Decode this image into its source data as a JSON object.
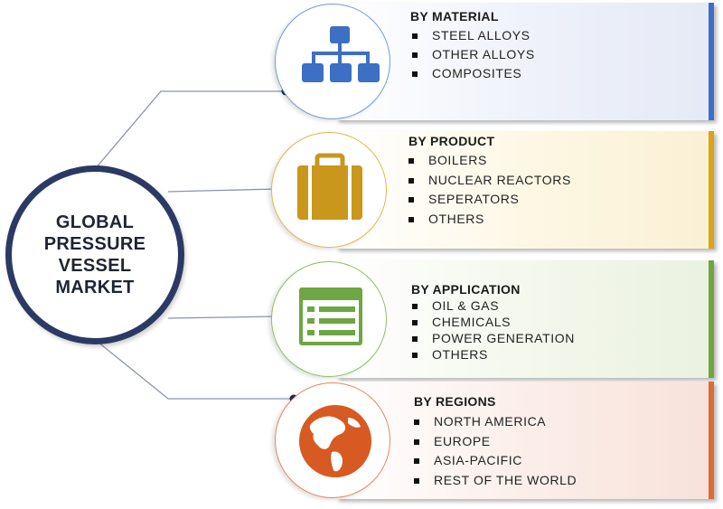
{
  "center": {
    "title": "GLOBAL\nPRESSURE\nVESSEL\nMARKET"
  },
  "segments": [
    {
      "title": "BY MATERIAL",
      "icon": "hierarchy-icon",
      "color": "#3d6fc4",
      "items": [
        "STEEL ALLOYS",
        "OTHER ALLOYS",
        "COMPOSITES"
      ]
    },
    {
      "title": "BY PRODUCT",
      "icon": "briefcase-icon",
      "color": "#d9a419",
      "items": [
        "BOILERS",
        "NUCLEAR REACTORS",
        "SEPERATORS",
        "OTHERS"
      ]
    },
    {
      "title": "BY APPLICATION",
      "icon": "form-list-icon",
      "color": "#71a544",
      "items": [
        "OIL & GAS",
        "CHEMICALS",
        "POWER GENERATION",
        "OTHERS"
      ]
    },
    {
      "title": "BY REGIONS",
      "icon": "globe-icon",
      "color": "#dd6a3a",
      "items": [
        "NORTH AMERICA",
        "EUROPE",
        "ASIA-PACIFIC",
        "REST OF THE WORLD"
      ]
    }
  ]
}
